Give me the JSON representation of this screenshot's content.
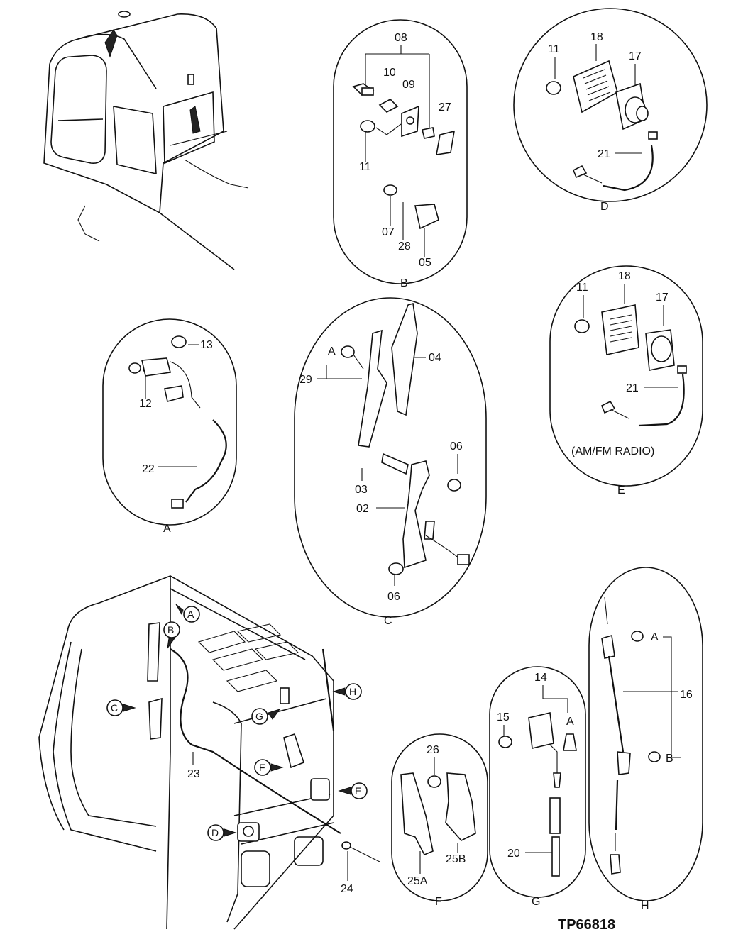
{
  "reference_code": "TP66818",
  "note_text": "(AM/FM RADIO)",
  "views": {
    "A": {
      "letter": "A",
      "parts": {
        "p13": "13",
        "p12": "12",
        "p22": "22"
      }
    },
    "B": {
      "letter": "B",
      "parts": {
        "p08": "08",
        "p10": "10",
        "p09": "09",
        "p27": "27",
        "p11": "11",
        "p07": "07",
        "p28": "28",
        "p05": "05"
      }
    },
    "C": {
      "letter": "C",
      "parts": {
        "pA": "A",
        "p29": "29",
        "p04": "04",
        "p06a": "06",
        "p03": "03",
        "p02": "02",
        "p06b": "06"
      }
    },
    "D": {
      "letter": "D",
      "parts": {
        "p11": "11",
        "p18": "18",
        "p17": "17",
        "p21": "21"
      }
    },
    "E": {
      "letter": "E",
      "parts": {
        "p11": "11",
        "p18": "18",
        "p17": "17",
        "p21": "21"
      }
    },
    "F": {
      "letter": "F",
      "parts": {
        "p26": "26",
        "p25A": "25A",
        "p25B": "25B"
      }
    },
    "G": {
      "letter": "G",
      "parts": {
        "p14": "14",
        "p15": "15",
        "pA": "A",
        "p20": "20"
      }
    },
    "H": {
      "letter": "H",
      "parts": {
        "pA": "A",
        "p16": "16",
        "pB": "B"
      }
    }
  },
  "cab_callouts": {
    "a": "A",
    "b": "B",
    "c": "C",
    "d": "D",
    "e": "E",
    "f": "F",
    "g": "G",
    "h": "H",
    "p23": "23",
    "p24": "24"
  },
  "colors": {
    "line": "#111111",
    "background": "#ffffff"
  }
}
